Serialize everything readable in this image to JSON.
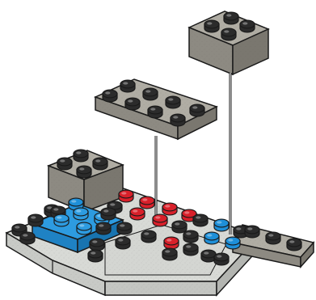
{
  "diagram": {
    "kind": "lego-brick-assembly",
    "colors": {
      "gray_top": "#b0ada4",
      "gray_left": "#8d8a82",
      "gray_right": "#7a776f",
      "base_top": "#d8dad6",
      "base_left": "#c4c6c2",
      "base_right": "#b3b5b1",
      "stud_black": "#2b2b2b",
      "stud_red": "#d8202a",
      "stud_blue": "#1e8fd8",
      "tile_blue": "#2d9be0",
      "outline": "#1a1a1a"
    },
    "parts": [
      {
        "name": "base-plate",
        "type": "plate",
        "color": "light-gray"
      },
      {
        "name": "plate-2x4-floating",
        "type": "plate",
        "color": "gray",
        "studs": 8
      },
      {
        "name": "brick-2x2-floating",
        "type": "brick",
        "color": "gray",
        "studs": 4
      },
      {
        "name": "brick-2x2-left",
        "type": "brick",
        "color": "gray",
        "studs": 4
      },
      {
        "name": "plate-1x3-right",
        "type": "plate",
        "color": "gray",
        "studs": 3
      },
      {
        "name": "blue-tile",
        "type": "tile",
        "color": "blue",
        "studs": 4
      },
      {
        "name": "red-stud-group",
        "type": "studs",
        "color": "red"
      },
      {
        "name": "blue-stud-group",
        "type": "studs",
        "color": "blue"
      }
    ],
    "guide_lines": 2
  }
}
